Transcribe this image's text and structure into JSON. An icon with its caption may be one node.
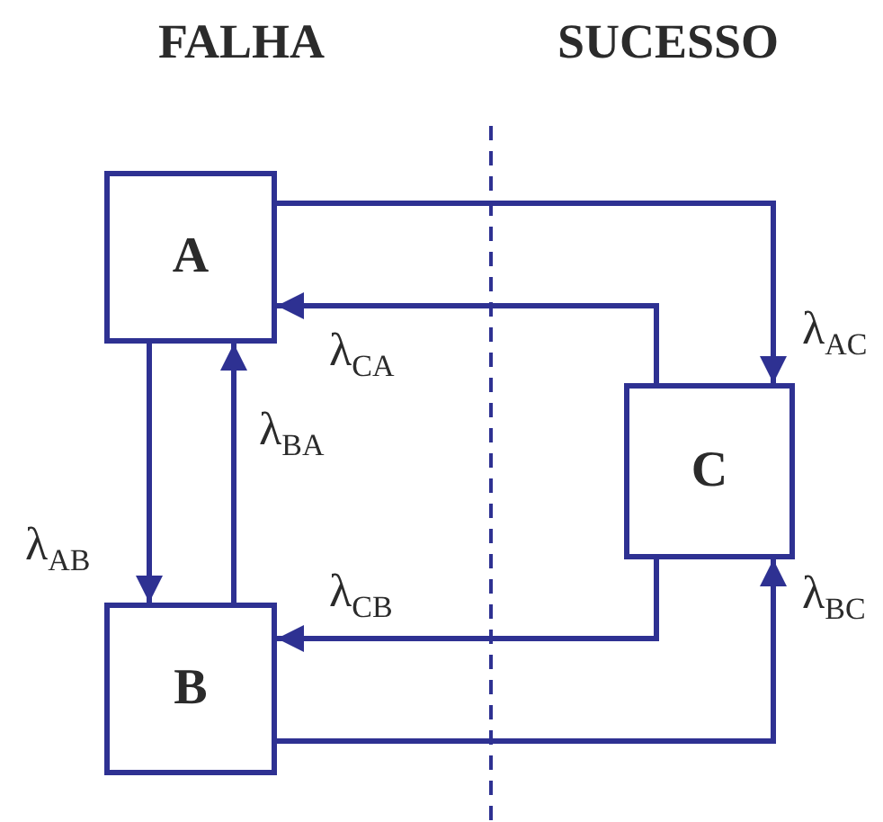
{
  "diagram": {
    "nodes": [
      {
        "text": [
          "A"
        ]
      },
      {
        "text": [
          "B"
        ]
      },
      {
        "text": [
          "C"
        ]
      }
    ],
    "edges": [
      {
        "from": 0,
        "to": 2,
        "arrow": "to",
        "label": "λ$_{AC}$"
      },
      {
        "from": 2,
        "to": 0,
        "arrow": "to",
        "label": "λ$_{CA}$"
      },
      {
        "from": 0,
        "to": 1,
        "arrow": "to",
        "label": "λ$_{AB}$"
      },
      {
        "from": 1,
        "to": 0,
        "arrow": "to",
        "label": "λ$_{BA}$"
      },
      {
        "from": 2,
        "to": 1,
        "arrow": "to",
        "label": "λ$_{CB}$"
      },
      {
        "from": 1,
        "to": 2,
        "arrow": "to",
        "label": "λ$_{BC}$"
      }
    ],
    "labels": [
      "FALHA",
      "SUCESSO"
    ]
  }
}
